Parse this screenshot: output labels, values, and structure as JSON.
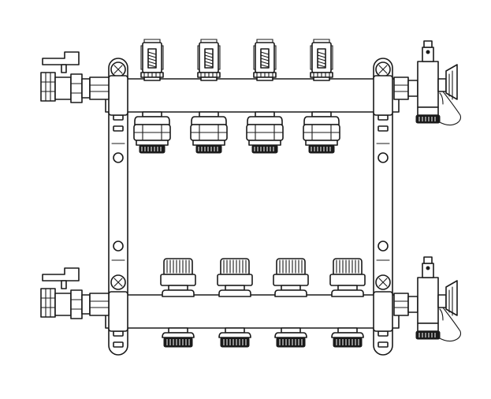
{
  "diagram": {
    "line_color": "#1a1a1a",
    "background_color": "#ffffff",
    "outlets_per_manifold": 4,
    "manifolds": [
      "supply-manifold",
      "return-manifold"
    ]
  }
}
